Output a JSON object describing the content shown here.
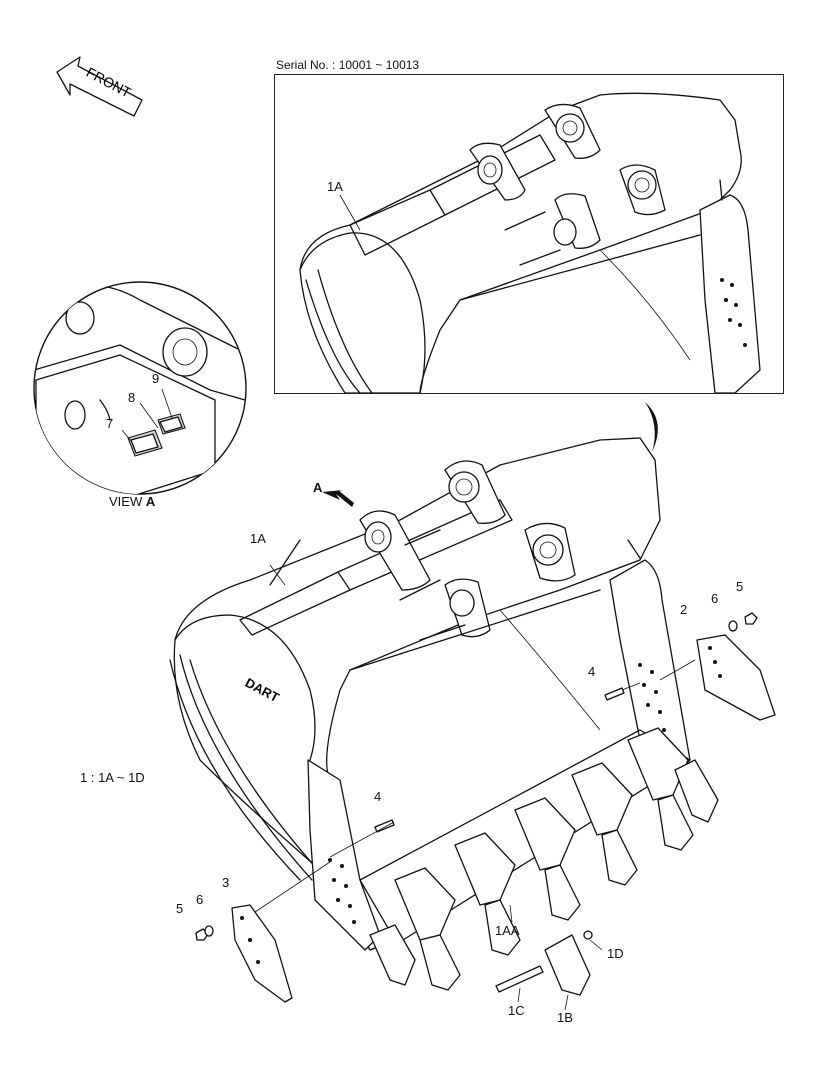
{
  "header": {
    "serial_text": "Serial No. : 10001 ~ 10013",
    "front_label": "FRONT"
  },
  "view": {
    "caption_prefix": "VIEW ",
    "caption_letter": "A",
    "arrow_label": "A"
  },
  "ratio_text": "1 : 1A ~ 1D",
  "brand_mark": "DART",
  "callouts": {
    "inset_1a": "1A",
    "main_1a": "1A",
    "view_7": "7",
    "view_8": "8",
    "view_9": "9",
    "p2": "2",
    "p3": "3",
    "p4_right": "4",
    "p4_left": "4",
    "p5_right": "5",
    "p5_left": "5",
    "p6_right": "6",
    "p6_left": "6",
    "p1aa": "1AA",
    "p1b": "1B",
    "p1c": "1C",
    "p1d": "1D"
  }
}
